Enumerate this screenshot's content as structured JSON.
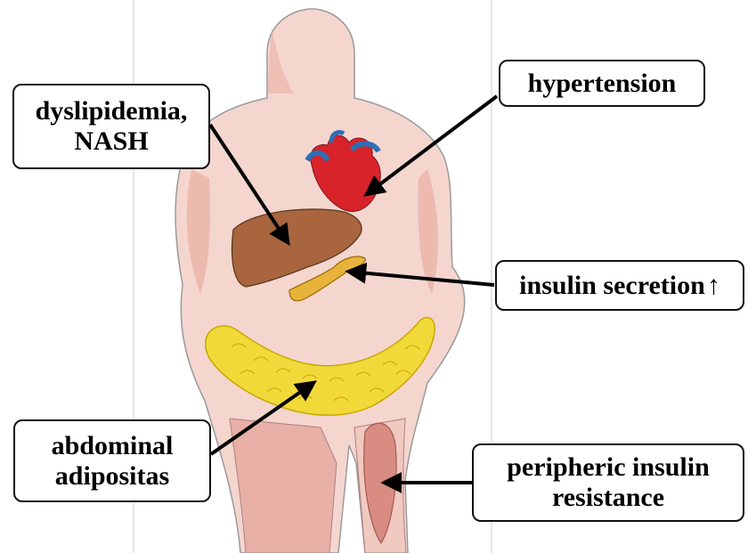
{
  "colors": {
    "skin": "#f4d6cf",
    "skin_shade": "#e8a79b",
    "liver": "#a8653e",
    "pancreas": "#e8b33a",
    "fat": "#f2d93a",
    "fat_outline": "#c9a800",
    "muscle": "#d98c82",
    "heart_red": "#d8232a",
    "heart_blue": "#2c6fb5",
    "arrow": "#000000",
    "panel_line": "#e2e2e2"
  },
  "labels": {
    "dyslipidemia_line1": "dyslipidemia,",
    "dyslipidemia_line2": "NASH",
    "hypertension": "hypertension",
    "insulin_secretion": "insulin secretion",
    "insulin_arrow_glyph": "↑",
    "abdominal_line1": "abdominal",
    "abdominal_line2": "adipositas",
    "peripheric_line1": "peripheric insulin",
    "peripheric_line2": "resistance"
  }
}
